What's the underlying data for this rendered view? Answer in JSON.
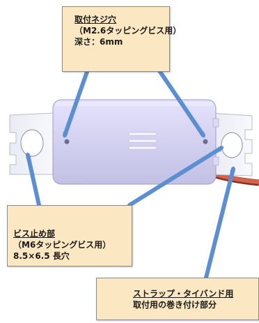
{
  "callouts": {
    "top": {
      "title": "取付ネジ穴",
      "line2": "（M2.6タッピングビス用）",
      "line3": "深さ：6mm"
    },
    "left": {
      "title": "ビス止め部",
      "line2": "（M6タッピングビス用）",
      "line3": "8.5×6.5 長穴"
    },
    "bottom": {
      "title": "ストラップ・タイバンド用",
      "line2": "取付用の巻き付け部分"
    }
  },
  "colors": {
    "callout_fill": "#fbe8c2",
    "arrow": "#5b8fd1",
    "body": "#d6d4f2",
    "bracket": "#eef0f7",
    "cable": "#c9553f"
  },
  "icons": {
    "device": "device-housing-icon",
    "arrow": "pointer-arrow-icon"
  }
}
